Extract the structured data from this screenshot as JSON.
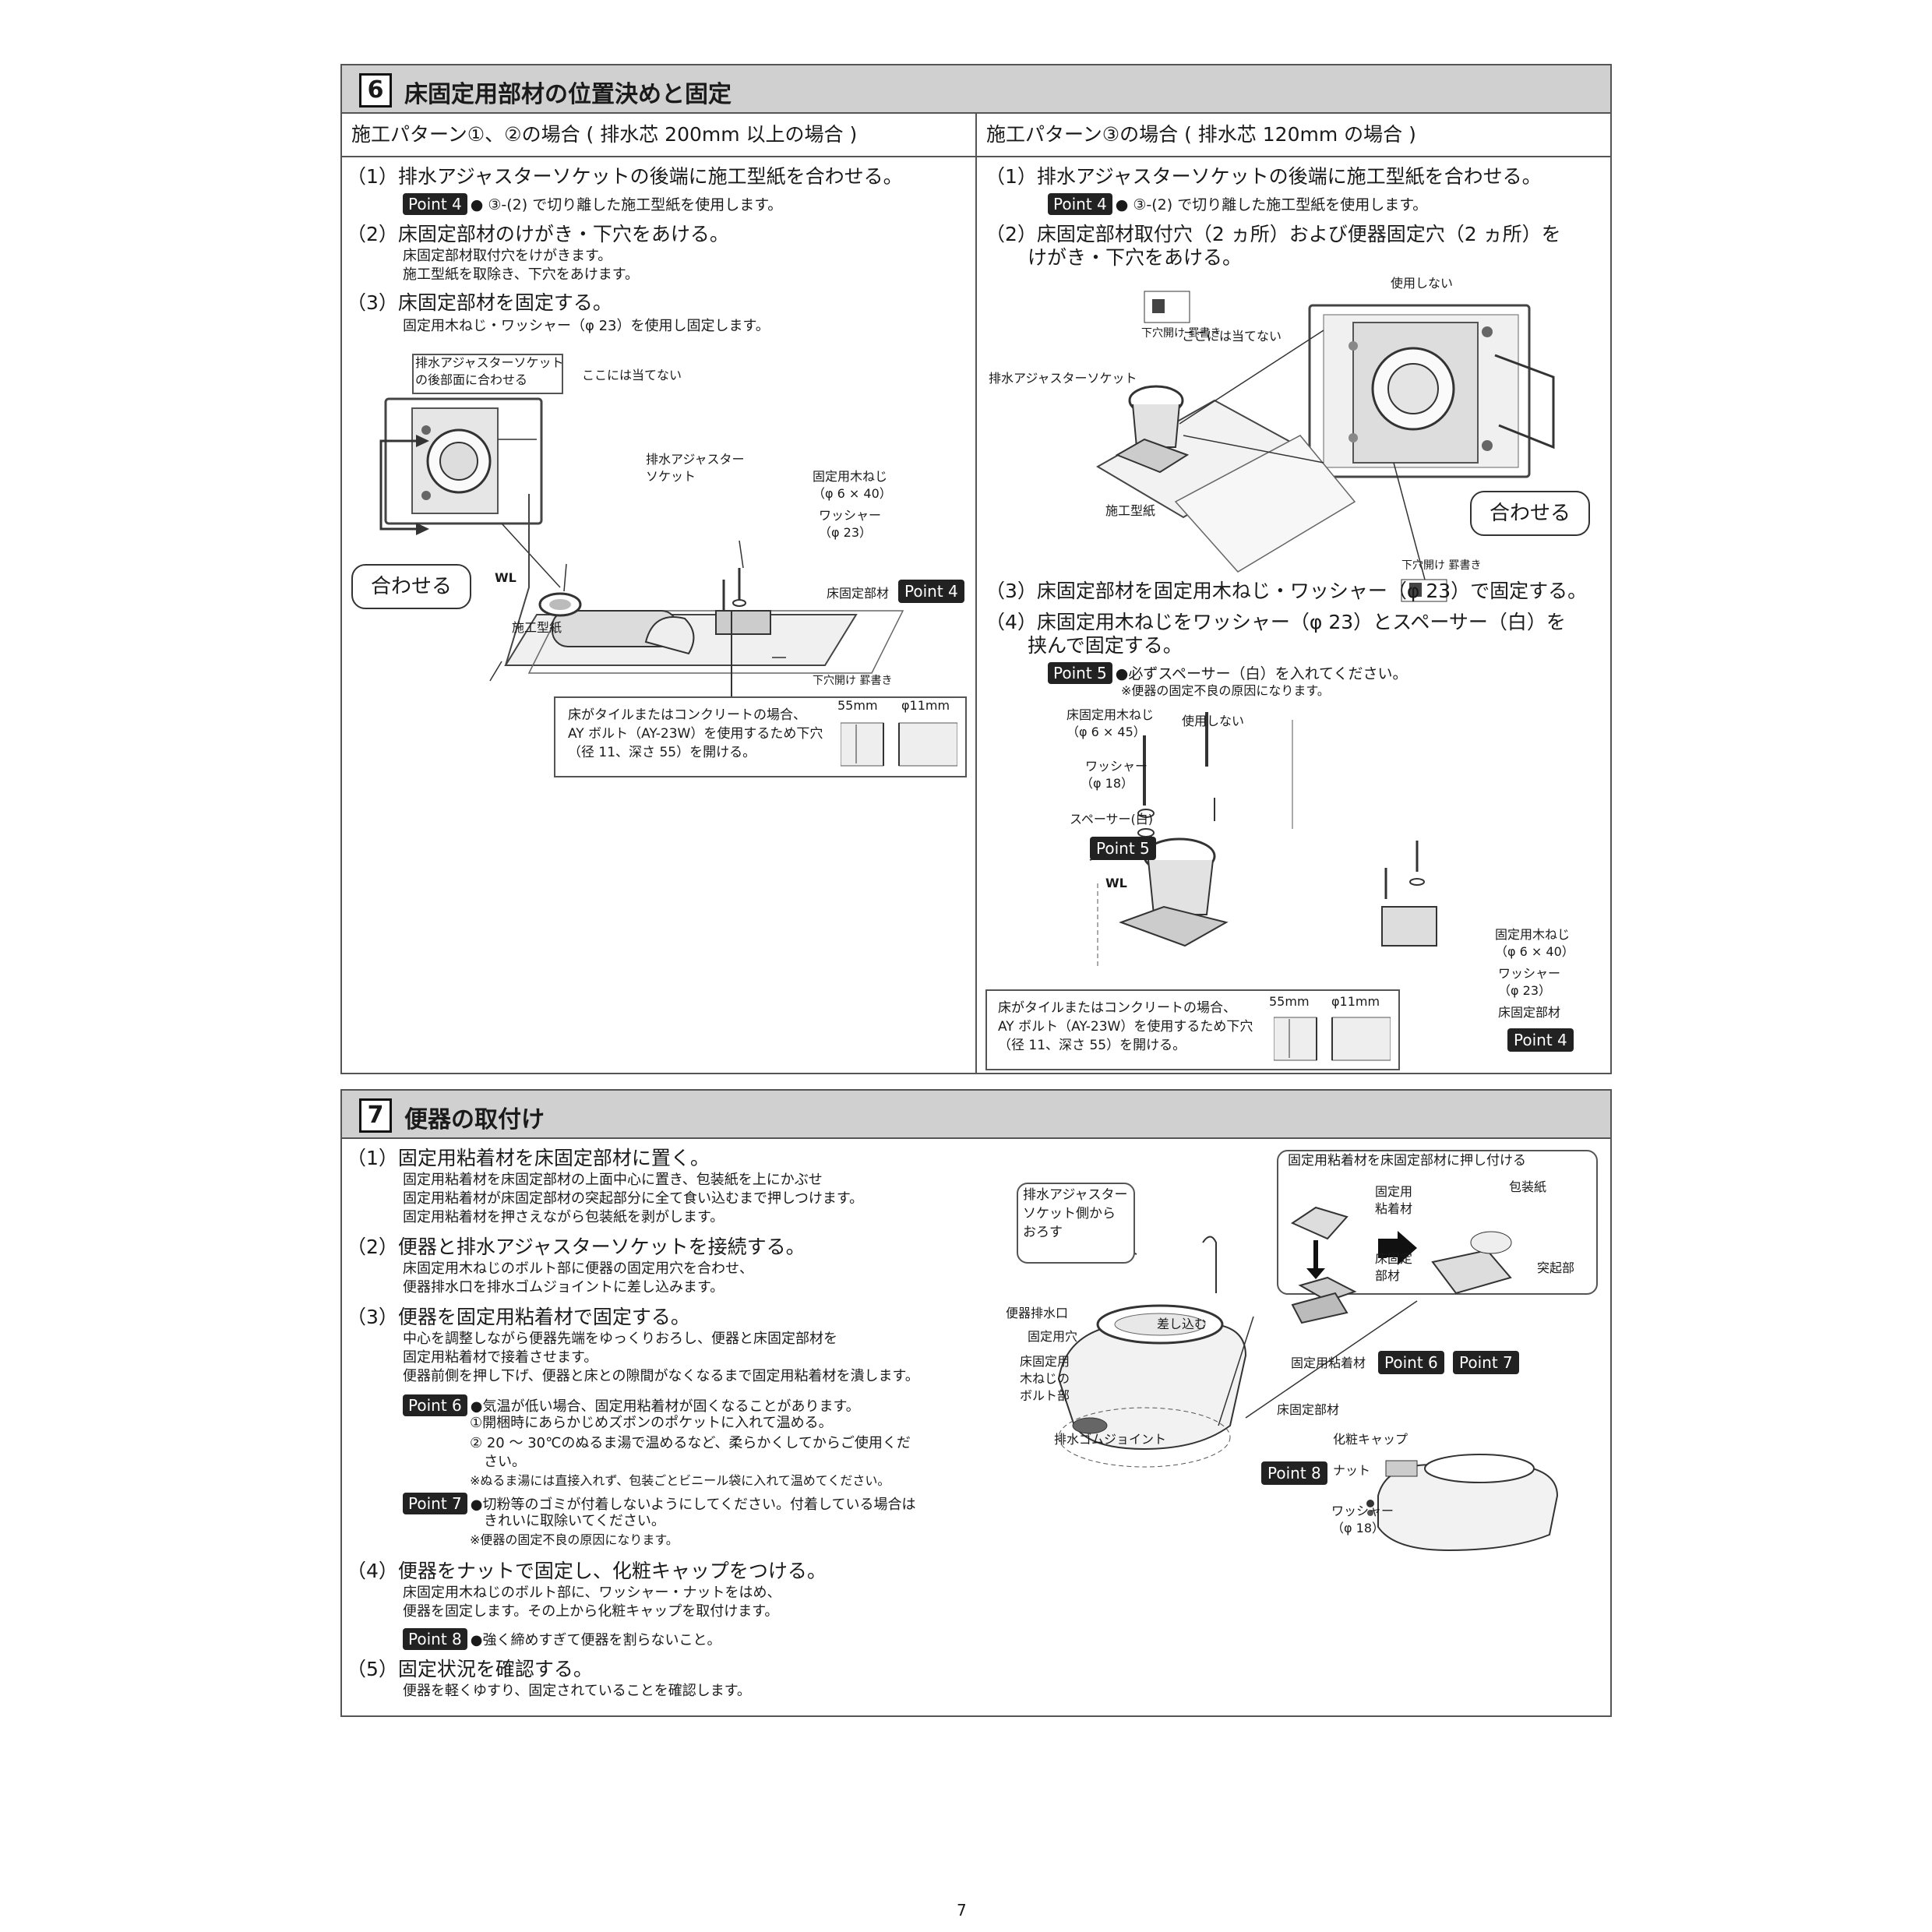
{
  "page_number": "7",
  "points": {
    "p4": "Point 4",
    "p5": "Point 5",
    "p6": "Point 6",
    "p7": "Point 7",
    "p8": "Point 8"
  },
  "section6": {
    "num": "6",
    "title": "床固定用部材の位置決めと固定",
    "left": {
      "header": "施工パターン①、②の場合 ( 排水芯 200mm 以上の場合 )",
      "s1": "（1）排水アジャスターソケットの後端に施工型紙を合わせる。",
      "s1_note": "● ③-(2) で切り離した施工型紙を使用します。",
      "s2": "（2）床固定部材のけがき・下穴をあける。",
      "s2_sub1": "床固定部材取付穴をけがきます。",
      "s2_sub2": "施工型紙を取除き、下穴をあけます。",
      "s3": "（3）床固定部材を固定する。",
      "s3_sub": "固定用木ねじ・ワッシャー（φ 23）を使用し固定します。",
      "labels": {
        "align_box1": "排水アジャスターソケット",
        "align_box2": "の後部面に合わせる",
        "no_hit": "ここには当てない",
        "socket1": "排水アジャスター",
        "socket2": "ソケット",
        "screw1": "固定用木ねじ",
        "screw2": "（φ 6 × 40）",
        "washer1": "ワッシャー",
        "washer2": "（φ 23）",
        "member": "床固定部材",
        "template": "施工型紙",
        "wl": "WL",
        "drill": "下穴開け 罫書き",
        "combine": "合わせる"
      },
      "tile_note": [
        "床がタイルまたはコンクリートの場合、",
        "AY ボルト（AY-23W）を使用するため下穴",
        "（径 11、深さ 55）を開ける。"
      ],
      "tile_dim1": "55mm",
      "tile_dim2": "φ11mm"
    },
    "right": {
      "header": "施工パターン③の場合 ( 排水芯 120mm の場合 )",
      "s1": "（1）排水アジャスターソケットの後端に施工型紙を合わせる。",
      "s1_note": "● ③-(2) で切り離した施工型紙を使用します。",
      "s2a": "（2）床固定部材取付穴（2 ヵ所）および便器固定穴（2 ヵ所）を",
      "s2b": "けがき・下穴をあける。",
      "s3": "（3）床固定部材を固定用木ねじ・ワッシャー（φ 23）で固定する。",
      "s4a": "（4）床固定用木ねじをワッシャー（φ 23）とスペーサー（白）を",
      "s4b": "挟んで固定する。",
      "s4_note": "●必ずスペーサー（白）を入れてください。",
      "s4_note2": "※便器の固定不良の原因になります。",
      "labels": {
        "unused": "使用しない",
        "drill": "下穴開け 罫書き",
        "no_hit": "ここには当てない",
        "socket": "排水アジャスターソケット",
        "template": "施工型紙",
        "combine": "合わせる",
        "screw45_1": "床固定用木ねじ",
        "screw45_2": "（φ 6 × 45）",
        "unused2": "使用しない",
        "washer18_1": "ワッシャー",
        "washer18_2": "（φ 18）",
        "spacer": "スペーサー(白)",
        "wl": "WL",
        "screw40_1": "固定用木ねじ",
        "screw40_2": "（φ 6 × 40）",
        "washer23_1": "ワッシャー",
        "washer23_2": "（φ 23）",
        "member": "床固定部材"
      },
      "tile_note": [
        "床がタイルまたはコンクリートの場合、",
        "AY ボルト（AY-23W）を使用するため下穴",
        "（径 11、深さ 55）を開ける。"
      ],
      "tile_dim1": "55mm",
      "tile_dim2": "φ11mm"
    }
  },
  "section7": {
    "num": "7",
    "title": "便器の取付け",
    "s1": "（1）固定用粘着材を床固定部材に置く。",
    "s1_sub1": "固定用粘着材を床固定部材の上面中心に置き、包装紙を上にかぶせ",
    "s1_sub2": "固定用粘着材が床固定部材の突起部分に全て食い込むまで押しつけます。",
    "s1_sub3": "固定用粘着材を押さえながら包装紙を剥がします。",
    "s2": "（2）便器と排水アジャスターソケットを接続する。",
    "s2_sub1": "床固定用木ねじのボルト部に便器の固定用穴を合わせ、",
    "s2_sub2": "便器排水口を排水ゴムジョイントに差し込みます。",
    "s3": "（3）便器を固定用粘着材で固定する。",
    "s3_sub1": "中心を調整しながら便器先端をゆっくりおろし、便器と床固定部材を",
    "s3_sub2": "固定用粘着材で接着させます。",
    "s3_sub3": "便器前側を押し下げ、便器と床との隙間がなくなるまで固定用粘着材を潰します。",
    "p6_l1": "●気温が低い場合、固定用粘着材が固くなることがあります。",
    "p6_l2": "①開梱時にあらかじめズボンのポケットに入れて温める。",
    "p6_l3": "② 20 〜 30℃のぬるま湯で温めるなど、柔らかくしてからご使用くだ",
    "p6_l4": "さい。",
    "p6_l5": "※ぬるま湯には直接入れず、包装ごとビニール袋に入れて温めてください。",
    "p7_l1": "●切粉等のゴミが付着しないようにしてください。付着している場合は",
    "p7_l2": "きれいに取除いてください。",
    "p7_l3": "※便器の固定不良の原因になります。",
    "s4": "（4）便器をナットで固定し、化粧キャップをつける。",
    "s4_sub1": "床固定用木ねじのボルト部に、ワッシャー・ナットをはめ、",
    "s4_sub2": "便器を固定します。その上から化粧キャップを取付けます。",
    "p8_l1": "●強く締めすぎて便器を割らないこと。",
    "s5": "（5）固定状況を確認する。",
    "s5_sub": "便器を軽くゆすり、固定されていることを確認します。",
    "labels": {
      "press_title": "固定用粘着材を床固定部材に押し付ける",
      "lower1": "排水アジャスター",
      "lower2": "ソケット側から",
      "lower3": "おろす",
      "adhesive1": "固定用",
      "adhesive2": "粘着材",
      "wrap": "包装紙",
      "member1": "床固定",
      "member2": "部材",
      "protrusion": "突起部",
      "outlet": "便器排水口",
      "fix_hole": "固定用穴",
      "insert": "差し込む",
      "bolt1": "床固定用",
      "bolt2": "木ねじの",
      "bolt3": "ボルト部",
      "adhesive_full": "固定用粘着材",
      "member_full": "床固定部材",
      "rubber": "排水ゴムジョイント",
      "cap": "化粧キャップ",
      "nut": "ナット",
      "washer1": "ワッシャー",
      "washer2": "（φ 18）"
    }
  }
}
